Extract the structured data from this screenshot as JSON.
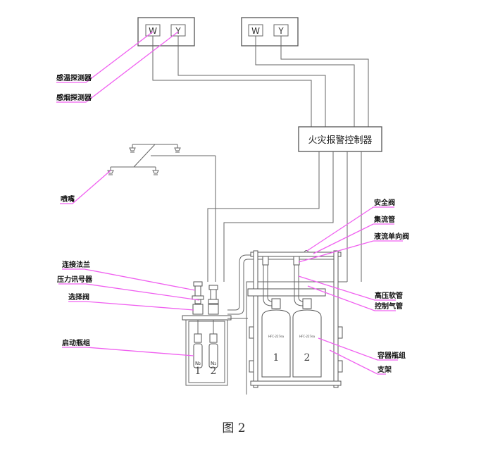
{
  "figure": {
    "caption": "图 2",
    "detectors": [
      {
        "terminal_w": "W",
        "terminal_y": "Y"
      },
      {
        "terminal_w": "W",
        "terminal_y": "Y"
      }
    ],
    "controller_label": "火灾报警控制器",
    "left_labels": {
      "heat_detector": "感温探测器",
      "smoke_detector": "感烟探测器",
      "nozzle": "喷嘴",
      "connecting_flange": "连接法兰",
      "pressure_switch": "压力讯号器",
      "selector_valve": "选择阀",
      "starter_bottle_group": "启动瓶组"
    },
    "right_labels": {
      "safety_valve": "安全阀",
      "manifold": "集流管",
      "check_valve": "液流单向阀",
      "high_pressure_hose": "高压软管",
      "control_gas_pipe": "控制气管",
      "container_bottle_group": "容器瓶组",
      "rack": "支架"
    },
    "starter_bottles": [
      {
        "gas": "N₂",
        "number": "1"
      },
      {
        "gas": "N₂",
        "number": "2"
      }
    ],
    "container_bottles": [
      {
        "model": "HFC-227ea",
        "number": "1"
      },
      {
        "model": "HFC-227ea",
        "number": "2"
      }
    ]
  }
}
